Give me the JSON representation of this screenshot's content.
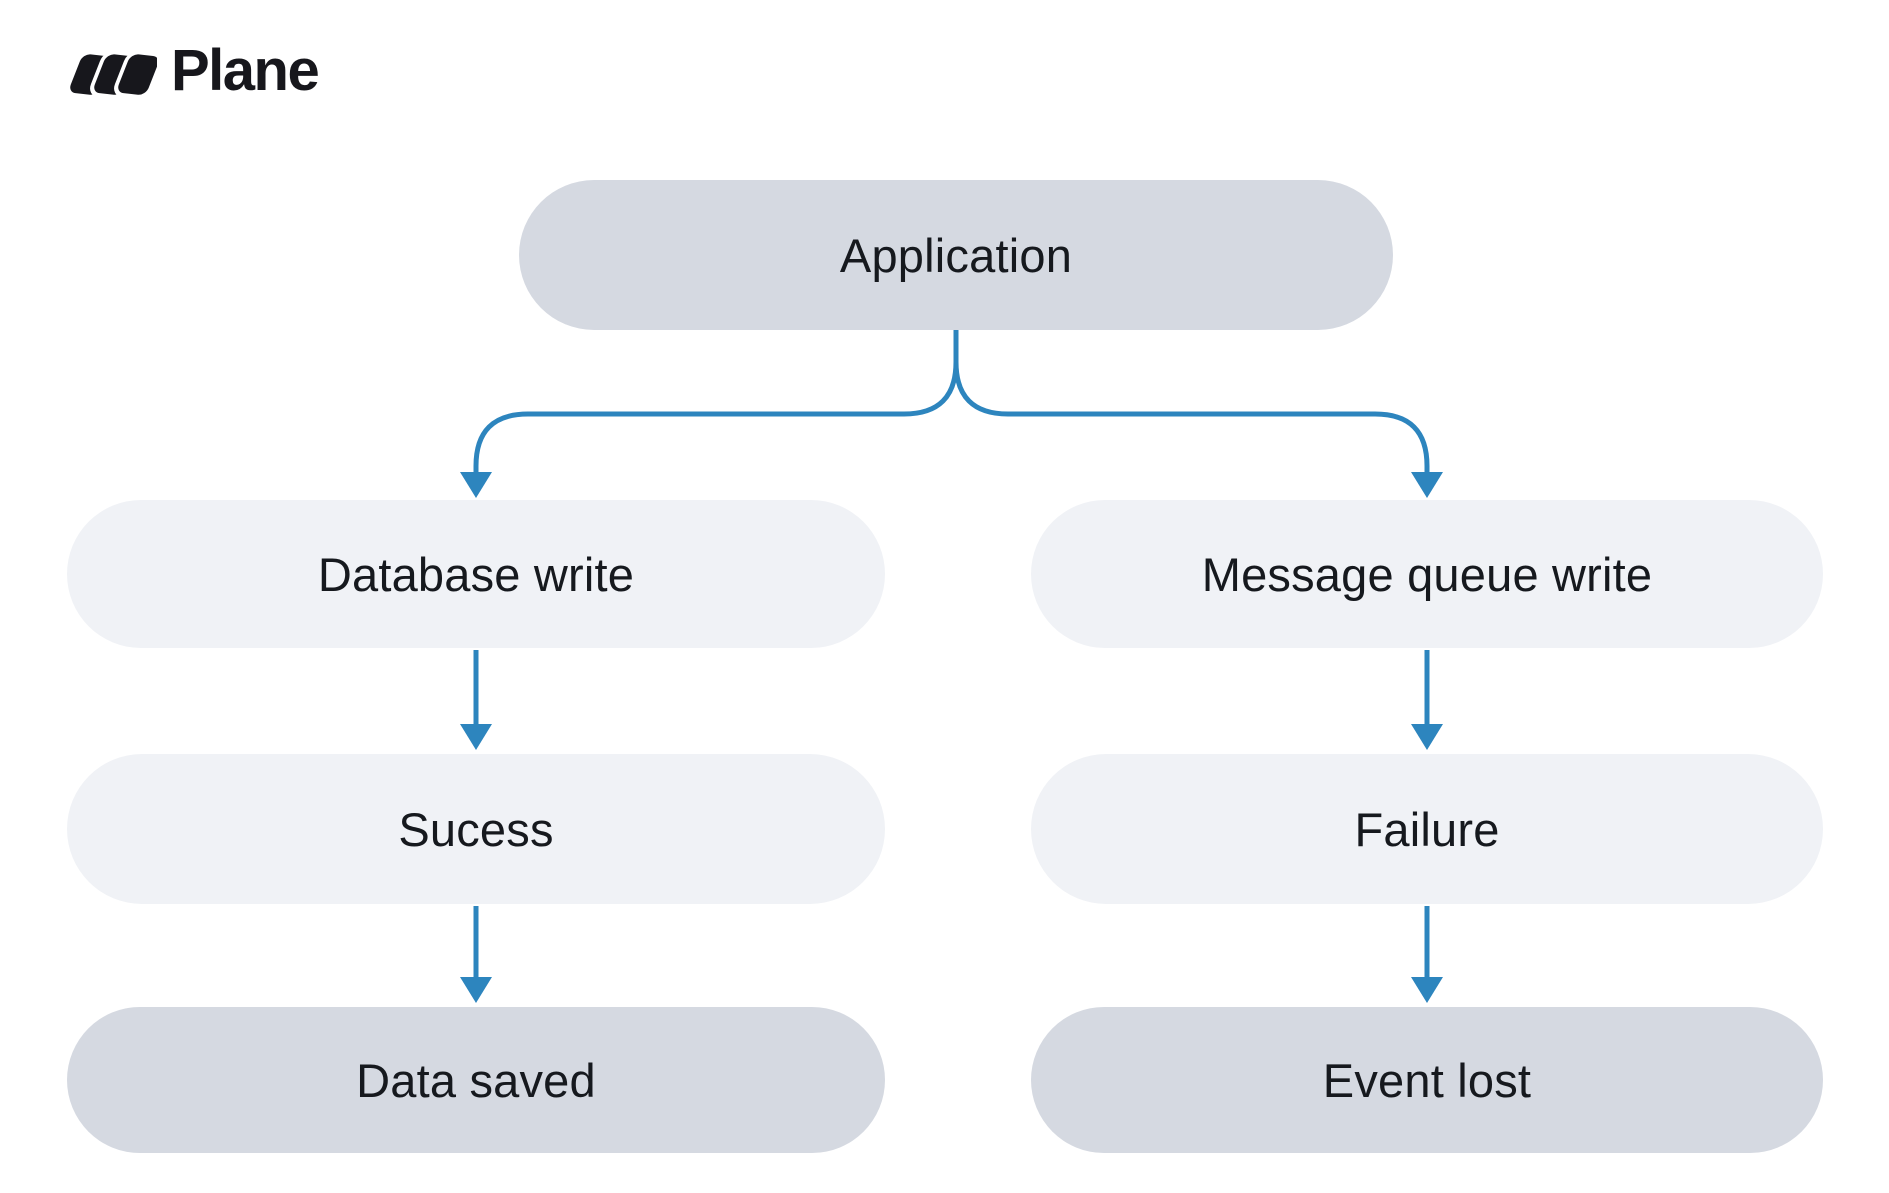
{
  "brand": {
    "name": "Plane"
  },
  "colors": {
    "background": "#ffffff",
    "arrow": "#2d85be",
    "node_emphasis_fill": "#d5d9e1",
    "node_default_fill": "#f0f2f6",
    "node_text": "#16191e",
    "logo": "#17171c"
  },
  "diagram": {
    "type": "flowchart",
    "nodes": [
      {
        "id": "application",
        "label": "Application",
        "emphasis": true
      },
      {
        "id": "database-write",
        "label": "Database write",
        "emphasis": false
      },
      {
        "id": "message-queue-write",
        "label": "Message queue write",
        "emphasis": false
      },
      {
        "id": "sucess",
        "label": "Sucess",
        "emphasis": false
      },
      {
        "id": "failure",
        "label": "Failure",
        "emphasis": false
      },
      {
        "id": "data-saved",
        "label": "Data saved",
        "emphasis": true
      },
      {
        "id": "event-lost",
        "label": "Event lost",
        "emphasis": true
      }
    ],
    "edges": [
      {
        "from": "application",
        "to": "database-write"
      },
      {
        "from": "application",
        "to": "message-queue-write"
      },
      {
        "from": "database-write",
        "to": "sucess"
      },
      {
        "from": "sucess",
        "to": "data-saved"
      },
      {
        "from": "message-queue-write",
        "to": "failure"
      },
      {
        "from": "failure",
        "to": "event-lost"
      }
    ]
  }
}
